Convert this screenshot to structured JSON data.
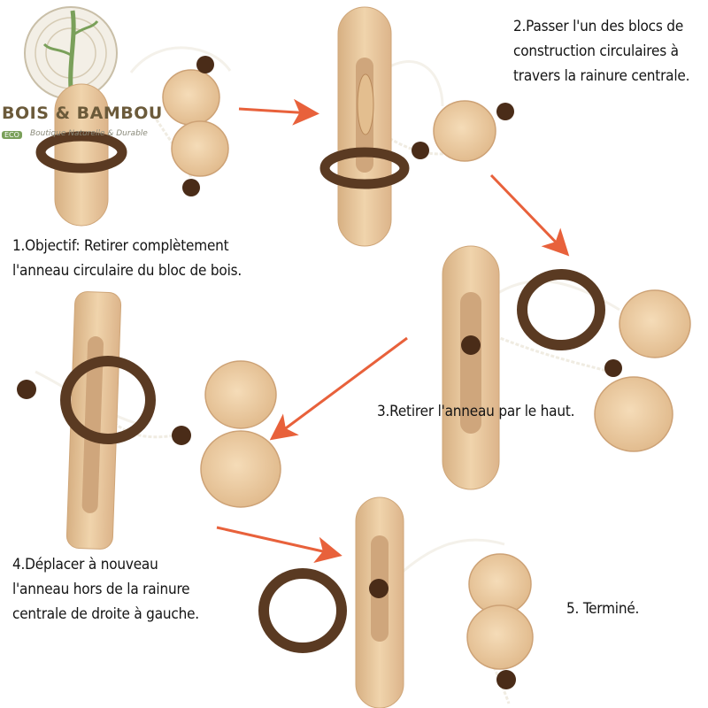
{
  "logo": {
    "name": "BOIS & BAMBOU",
    "badge": "ECO",
    "tagline": "Boutique Naturelle & Durable"
  },
  "steps": [
    {
      "lines": [
        "1.Objectif: Retirer complètement",
        "l'anneau circulaire du bloc de bois."
      ]
    },
    {
      "lines": [
        "2.Passer l'un des blocs de",
        "construction circulaires à",
        "travers la rainure centrale."
      ]
    },
    {
      "lines": [
        "3.Retirer l'anneau par le haut."
      ]
    },
    {
      "lines": [
        "4.Déplacer à nouveau",
        "l'anneau hors de la rainure",
        "centrale de droite à gauche."
      ]
    },
    {
      "lines": [
        "5. Terminé."
      ]
    }
  ],
  "colors": {
    "arrow": "#e8613b",
    "wood_light": "#e8c9a0",
    "wood_dark": "#c79b6d",
    "ring": "#5a3a22",
    "bead": "#4a2c18",
    "string": "#f4f1ea"
  }
}
